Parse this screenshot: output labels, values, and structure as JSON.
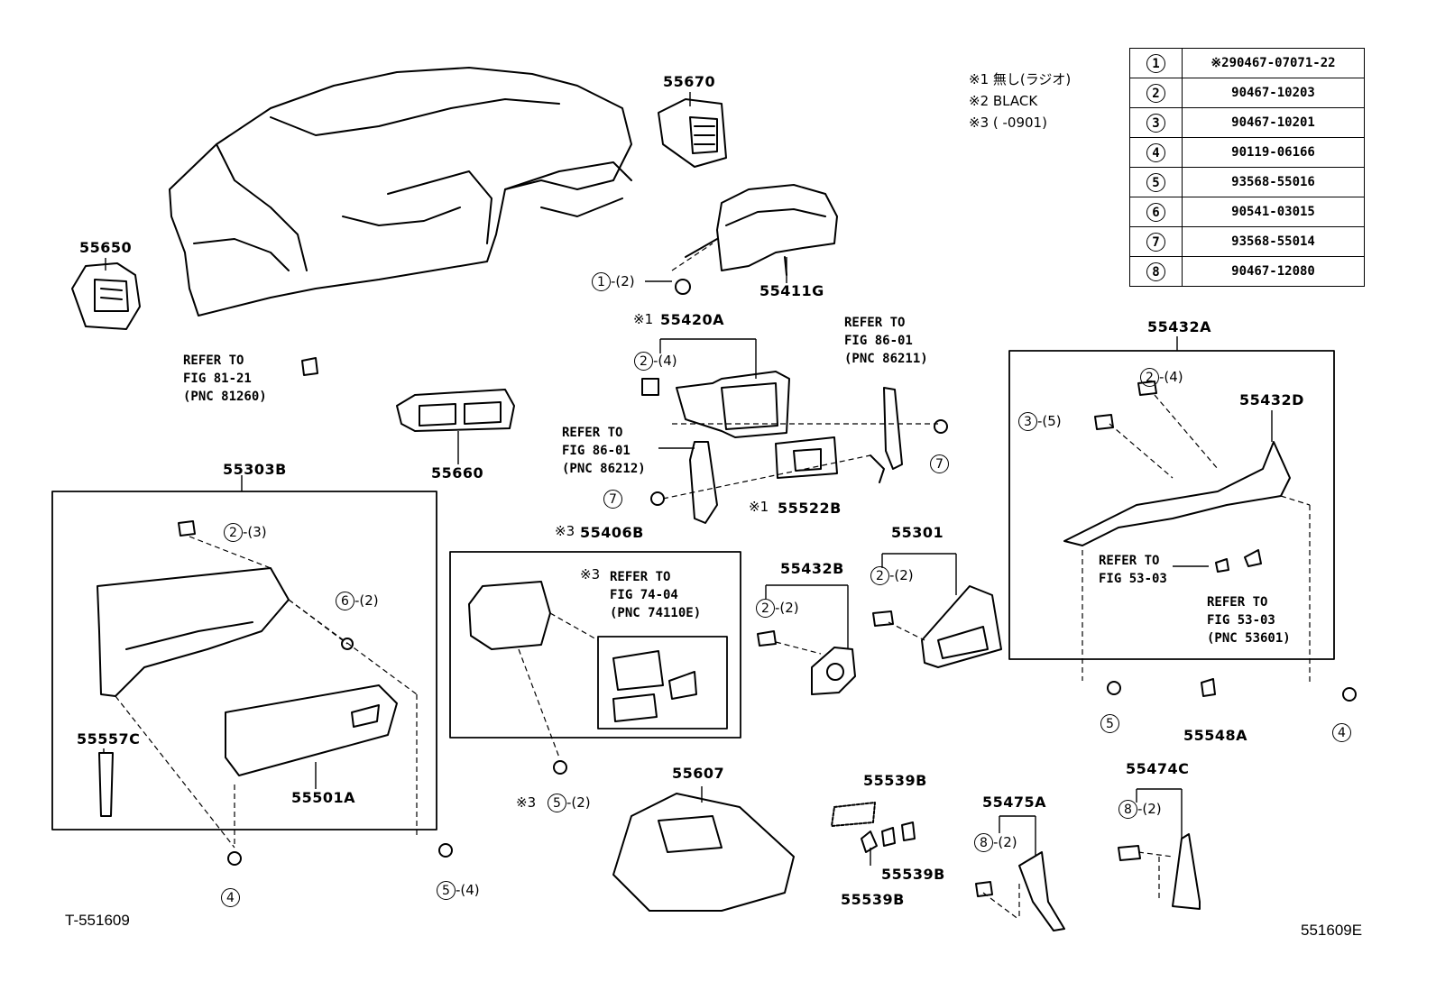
{
  "parts": [
    {
      "id": "55670",
      "label": "55670"
    },
    {
      "id": "55650",
      "label": "55650"
    },
    {
      "id": "55411G",
      "label": "55411G"
    },
    {
      "id": "55420A",
      "label": "55420A"
    },
    {
      "id": "55660",
      "label": "55660"
    },
    {
      "id": "55522B",
      "label": "55522B"
    },
    {
      "id": "55303B",
      "label": "55303B"
    },
    {
      "id": "55406B",
      "label": "55406B"
    },
    {
      "id": "55301",
      "label": "55301"
    },
    {
      "id": "55432B",
      "label": "55432B"
    },
    {
      "id": "55432A",
      "label": "55432A"
    },
    {
      "id": "55432D",
      "label": "55432D"
    },
    {
      "id": "55548A",
      "label": "55548A"
    },
    {
      "id": "55557C",
      "label": "55557C"
    },
    {
      "id": "55501A",
      "label": "55501A"
    },
    {
      "id": "55607",
      "label": "55607"
    },
    {
      "id": "55539B_top",
      "label": "55539B"
    },
    {
      "id": "55539B_right",
      "label": "55539B"
    },
    {
      "id": "55539B_bottom",
      "label": "55539B"
    },
    {
      "id": "55475A",
      "label": "55475A"
    },
    {
      "id": "55474C",
      "label": "55474C"
    }
  ],
  "marks": {
    "m1": "※1",
    "m3": "※3"
  },
  "refs": [
    {
      "id": "ref-81-21",
      "lines": [
        "REFER TO",
        "FIG 81-21",
        "(PNC 81260)"
      ]
    },
    {
      "id": "ref-86-01-a",
      "lines": [
        "REFER TO",
        "FIG 86-01",
        "(PNC 86211)"
      ]
    },
    {
      "id": "ref-86-01-b",
      "lines": [
        "REFER TO",
        "FIG 86-01",
        "(PNC 86212)"
      ]
    },
    {
      "id": "ref-74-04",
      "lines": [
        "REFER TO",
        "FIG 74-04",
        "(PNC 74110E)"
      ]
    },
    {
      "id": "ref-53-03-a",
      "lines": [
        "REFER TO",
        "FIG 53-03"
      ]
    },
    {
      "id": "ref-53-03-b",
      "lines": [
        "REFER TO",
        "FIG 53-03",
        "(PNC 53601)"
      ]
    }
  ],
  "callouts": [
    {
      "id": "c1",
      "num": "1",
      "qty": "-(2)"
    },
    {
      "id": "c2a",
      "num": "2",
      "qty": "-(4)"
    },
    {
      "id": "c2b",
      "num": "2",
      "qty": "-(3)"
    },
    {
      "id": "c2c",
      "num": "2",
      "qty": "-(4)"
    },
    {
      "id": "c2d",
      "num": "2",
      "qty": "-(2)"
    },
    {
      "id": "c2e",
      "num": "2",
      "qty": "-(2)"
    },
    {
      "id": "c3",
      "num": "3",
      "qty": "-(5)"
    },
    {
      "id": "c4a",
      "num": "4",
      "qty": ""
    },
    {
      "id": "c4b",
      "num": "4",
      "qty": ""
    },
    {
      "id": "c5a",
      "num": "5",
      "qty": "-(2)"
    },
    {
      "id": "c5b",
      "num": "5",
      "qty": "-(4)"
    },
    {
      "id": "c5c",
      "num": "5",
      "qty": ""
    },
    {
      "id": "c6",
      "num": "6",
      "qty": "-(2)"
    },
    {
      "id": "c7a",
      "num": "7",
      "qty": ""
    },
    {
      "id": "c7b",
      "num": "7",
      "qty": ""
    },
    {
      "id": "c8a",
      "num": "8",
      "qty": "-(2)"
    },
    {
      "id": "c8b",
      "num": "8",
      "qty": "-(2)"
    }
  ],
  "notes": [
    "※1 無し(ラジオ)",
    "※2 BLACK",
    "※3 (    -0901)"
  ],
  "legend": [
    {
      "key": "1",
      "value": "※290467-07071-22"
    },
    {
      "key": "2",
      "value": "90467-10203"
    },
    {
      "key": "3",
      "value": "90467-10201"
    },
    {
      "key": "4",
      "value": "90119-06166"
    },
    {
      "key": "5",
      "value": "93568-55016"
    },
    {
      "key": "6",
      "value": "90541-03015"
    },
    {
      "key": "7",
      "value": "93568-55014"
    },
    {
      "key": "8",
      "value": "90467-12080"
    }
  ],
  "footer": {
    "left": "T-551609",
    "right": "551609E"
  }
}
